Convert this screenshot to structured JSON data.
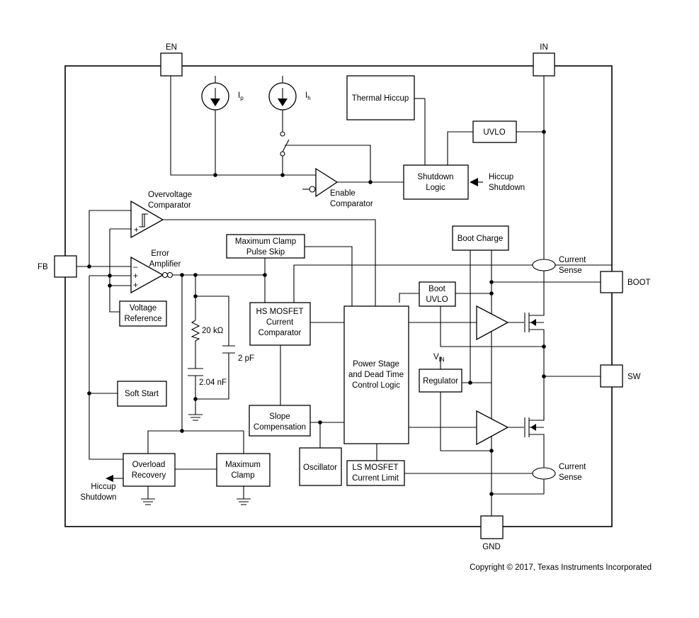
{
  "pins": {
    "en": "EN",
    "in": "IN",
    "fb": "FB",
    "boot": "BOOT",
    "sw": "SW",
    "gnd": "GND"
  },
  "blocks": {
    "thermal_hiccup": "Thermal Hiccup",
    "uvlo": "UVLO",
    "shutdown_logic": [
      "Shutdown",
      "Logic"
    ],
    "max_clamp_pulse_skip": [
      "Maximum Clamp",
      "Pulse Skip"
    ],
    "boot_charge": "Boot Charge",
    "voltage_reference": [
      "Voltage",
      "Reference"
    ],
    "hs_mosfet_comparator": [
      "HS MOSFET",
      "Current",
      "Comparator"
    ],
    "power_stage": [
      "Power Stage",
      "and Dead Time",
      "Control Logic"
    ],
    "boot_uvlo": [
      "Boot",
      "UVLO"
    ],
    "regulator": "Regulator",
    "soft_start": "Soft Start",
    "slope_compensation": [
      "Slope",
      "Compensation"
    ],
    "overload_recovery": [
      "Overload",
      "Recovery"
    ],
    "maximum_clamp": [
      "Maximum",
      "Clamp"
    ],
    "oscillator": "Oscillator",
    "ls_mosfet_current_limit": [
      "LS MOSFET",
      "Current Limit"
    ]
  },
  "labels": {
    "ip": "I",
    "ip_sub": "p",
    "ih": "I",
    "ih_sub": "h",
    "enable_comparator": [
      "Enable",
      "Comparator"
    ],
    "hiccup_shutdown_right": [
      "Hiccup",
      "Shutdown"
    ],
    "overvoltage_comparator": [
      "Overvoltage",
      "Comparator"
    ],
    "error_amplifier": [
      "Error",
      "Amplifier"
    ],
    "current_sense_top": [
      "Current",
      "Sense"
    ],
    "current_sense_bottom": [
      "Current",
      "Sense"
    ],
    "vin": "V",
    "vin_sub": "IN",
    "resistor": "20 kΩ",
    "cap_small": "2 pF",
    "cap_large": "2.04 nF",
    "hiccup_shutdown_left": [
      "Hiccup",
      "Shutdown"
    ],
    "minus": "–",
    "plus": "+"
  },
  "copyright": "Copyright © 2017, Texas Instruments Incorporated"
}
